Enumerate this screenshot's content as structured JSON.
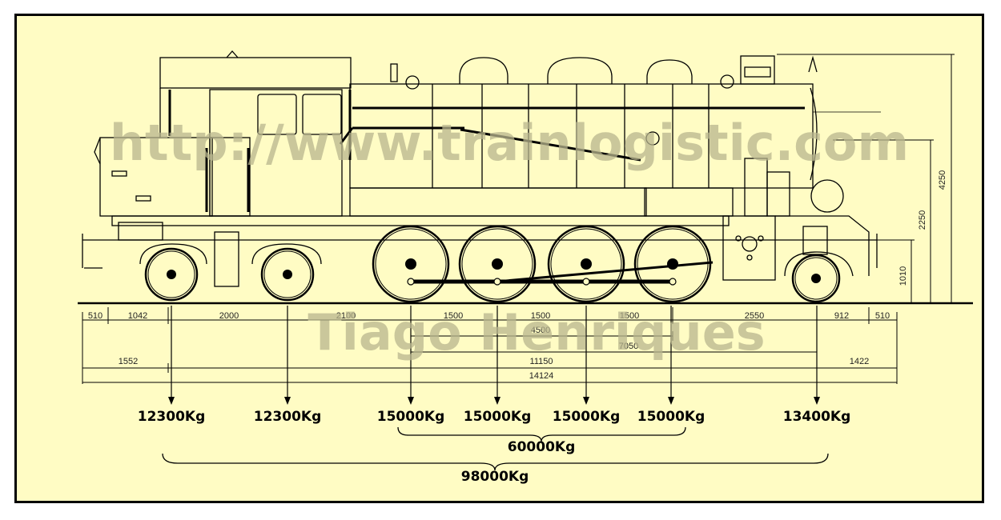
{
  "watermarks": {
    "url": "http://www.trainlogistic.com",
    "author": "Tiago Henriques"
  },
  "dimensions": {
    "bottom_segments": [
      "510",
      "1042",
      "2000",
      "2100",
      "1500",
      "1500",
      "1500",
      "2550",
      "912",
      "510"
    ],
    "coupled_wheelbase": "4500",
    "rigid_span": "7050",
    "left_overhang": "1552",
    "wheelbase_total": "11150",
    "right_overhang": "1422",
    "overall_length": "14124",
    "height_total": "4250",
    "height_boiler_axis": "2250",
    "height_buffer": "1010"
  },
  "axle_loads": [
    "12300Kg",
    "12300Kg",
    "15000Kg",
    "15000Kg",
    "15000Kg",
    "15000Kg",
    "13400Kg"
  ],
  "totals": {
    "adhesive_weight": "60000Kg",
    "total_weight": "98000Kg"
  },
  "colors": {
    "background": "#fffcc4",
    "line": "#000000",
    "watermark": "#b9b68e"
  }
}
